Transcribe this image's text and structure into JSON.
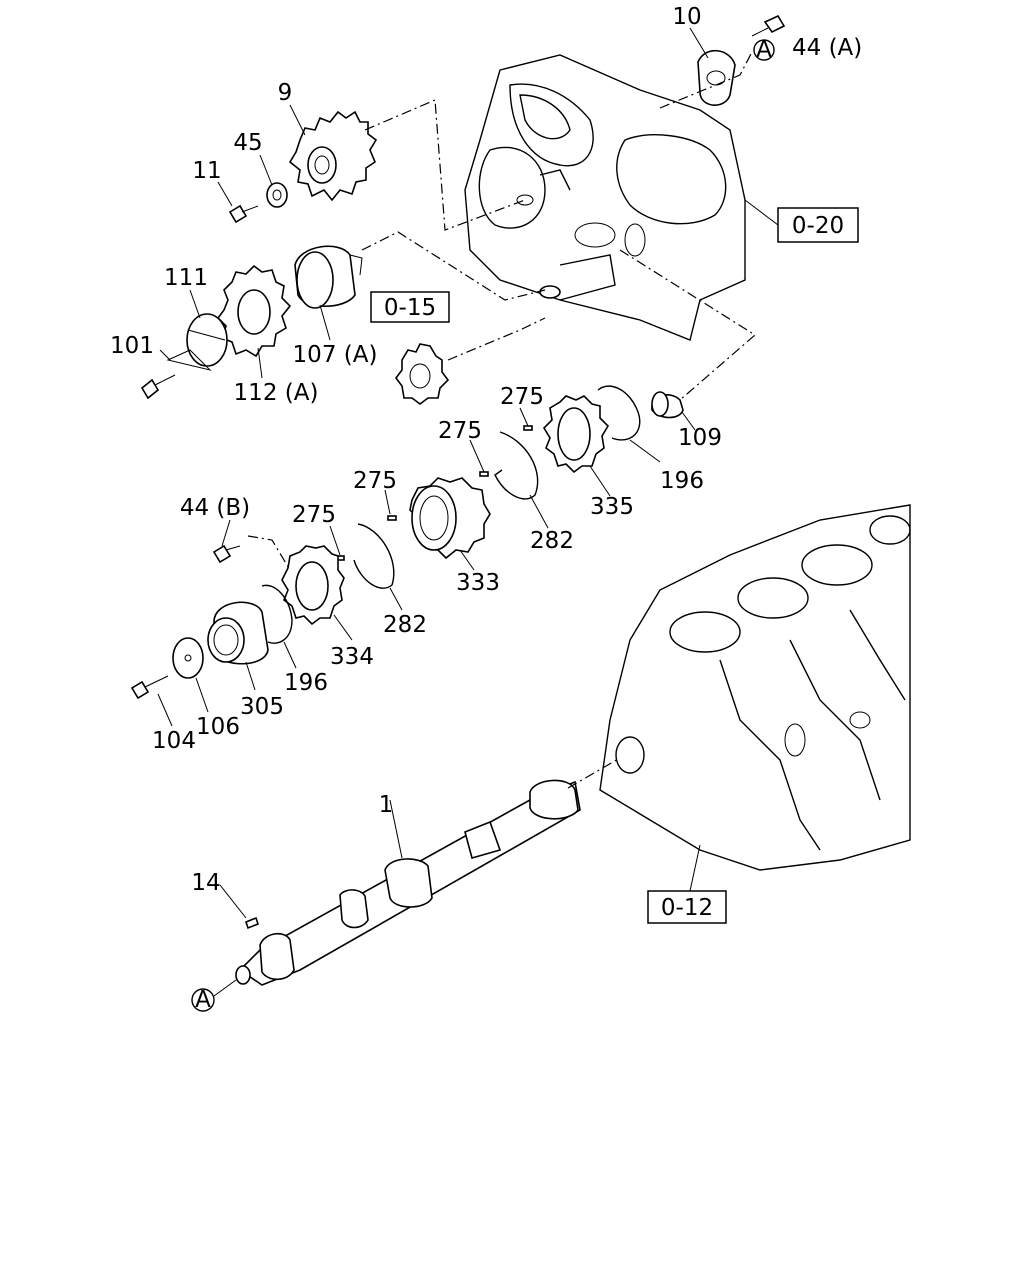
{
  "labels": {
    "p9": "9",
    "p45": "45",
    "p11": "11",
    "p10": "10",
    "p44a": "44 (A)",
    "p111": "111",
    "p101": "101",
    "p112a": "112 (A)",
    "p107a": "107 (A)",
    "p109": "109",
    "p275a": "275",
    "p275b": "275",
    "p275c": "275",
    "p275d": "275",
    "p335": "335",
    "p196a": "196",
    "p282a": "282",
    "p333": "333",
    "p44b": "44 (B)",
    "p282b": "282",
    "p334": "334",
    "p196b": "196",
    "p305": "305",
    "p106": "106",
    "p104": "104",
    "p1": "1",
    "p14": "14"
  },
  "refs": {
    "ref020": "0-20",
    "ref015": "0-15",
    "ref012": "0-12"
  },
  "markers": {
    "a_top": "A",
    "a_bottom": "A"
  }
}
